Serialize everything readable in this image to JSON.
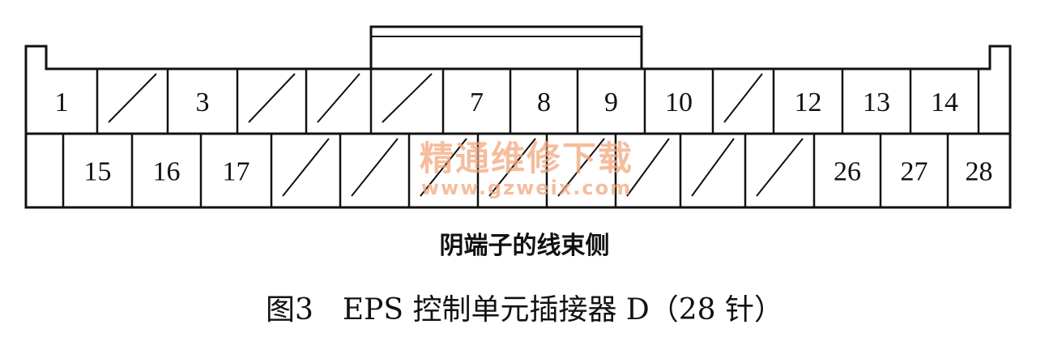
{
  "connector": {
    "top_row": [
      {
        "label": "1",
        "empty": false
      },
      {
        "label": "",
        "empty": true
      },
      {
        "label": "3",
        "empty": false
      },
      {
        "label": "",
        "empty": true
      },
      {
        "label": "",
        "empty": true
      },
      {
        "label": "",
        "empty": true
      },
      {
        "label": "7",
        "empty": false
      },
      {
        "label": "8",
        "empty": false
      },
      {
        "label": "9",
        "empty": false
      },
      {
        "label": "10",
        "empty": false
      },
      {
        "label": "",
        "empty": true
      },
      {
        "label": "12",
        "empty": false
      },
      {
        "label": "13",
        "empty": false
      },
      {
        "label": "14",
        "empty": false
      }
    ],
    "bottom_row": [
      {
        "label": "15",
        "empty": false
      },
      {
        "label": "16",
        "empty": false
      },
      {
        "label": "17",
        "empty": false
      },
      {
        "label": "",
        "empty": true
      },
      {
        "label": "",
        "empty": true
      },
      {
        "label": "",
        "empty": true
      },
      {
        "label": "",
        "empty": true
      },
      {
        "label": "",
        "empty": true
      },
      {
        "label": "",
        "empty": true
      },
      {
        "label": "",
        "empty": true
      },
      {
        "label": "",
        "empty": true
      },
      {
        "label": "26",
        "empty": false
      },
      {
        "label": "27",
        "empty": false
      },
      {
        "label": "28",
        "empty": false
      }
    ],
    "line_color": "#111111"
  },
  "watermark": {
    "text": "精通维修下载",
    "url": "www.gzweix.com",
    "color": "#f2a77e"
  },
  "subcaption": "阴端子的线束侧",
  "caption": "图3　EPS 控制单元插接器 D（28 针）"
}
